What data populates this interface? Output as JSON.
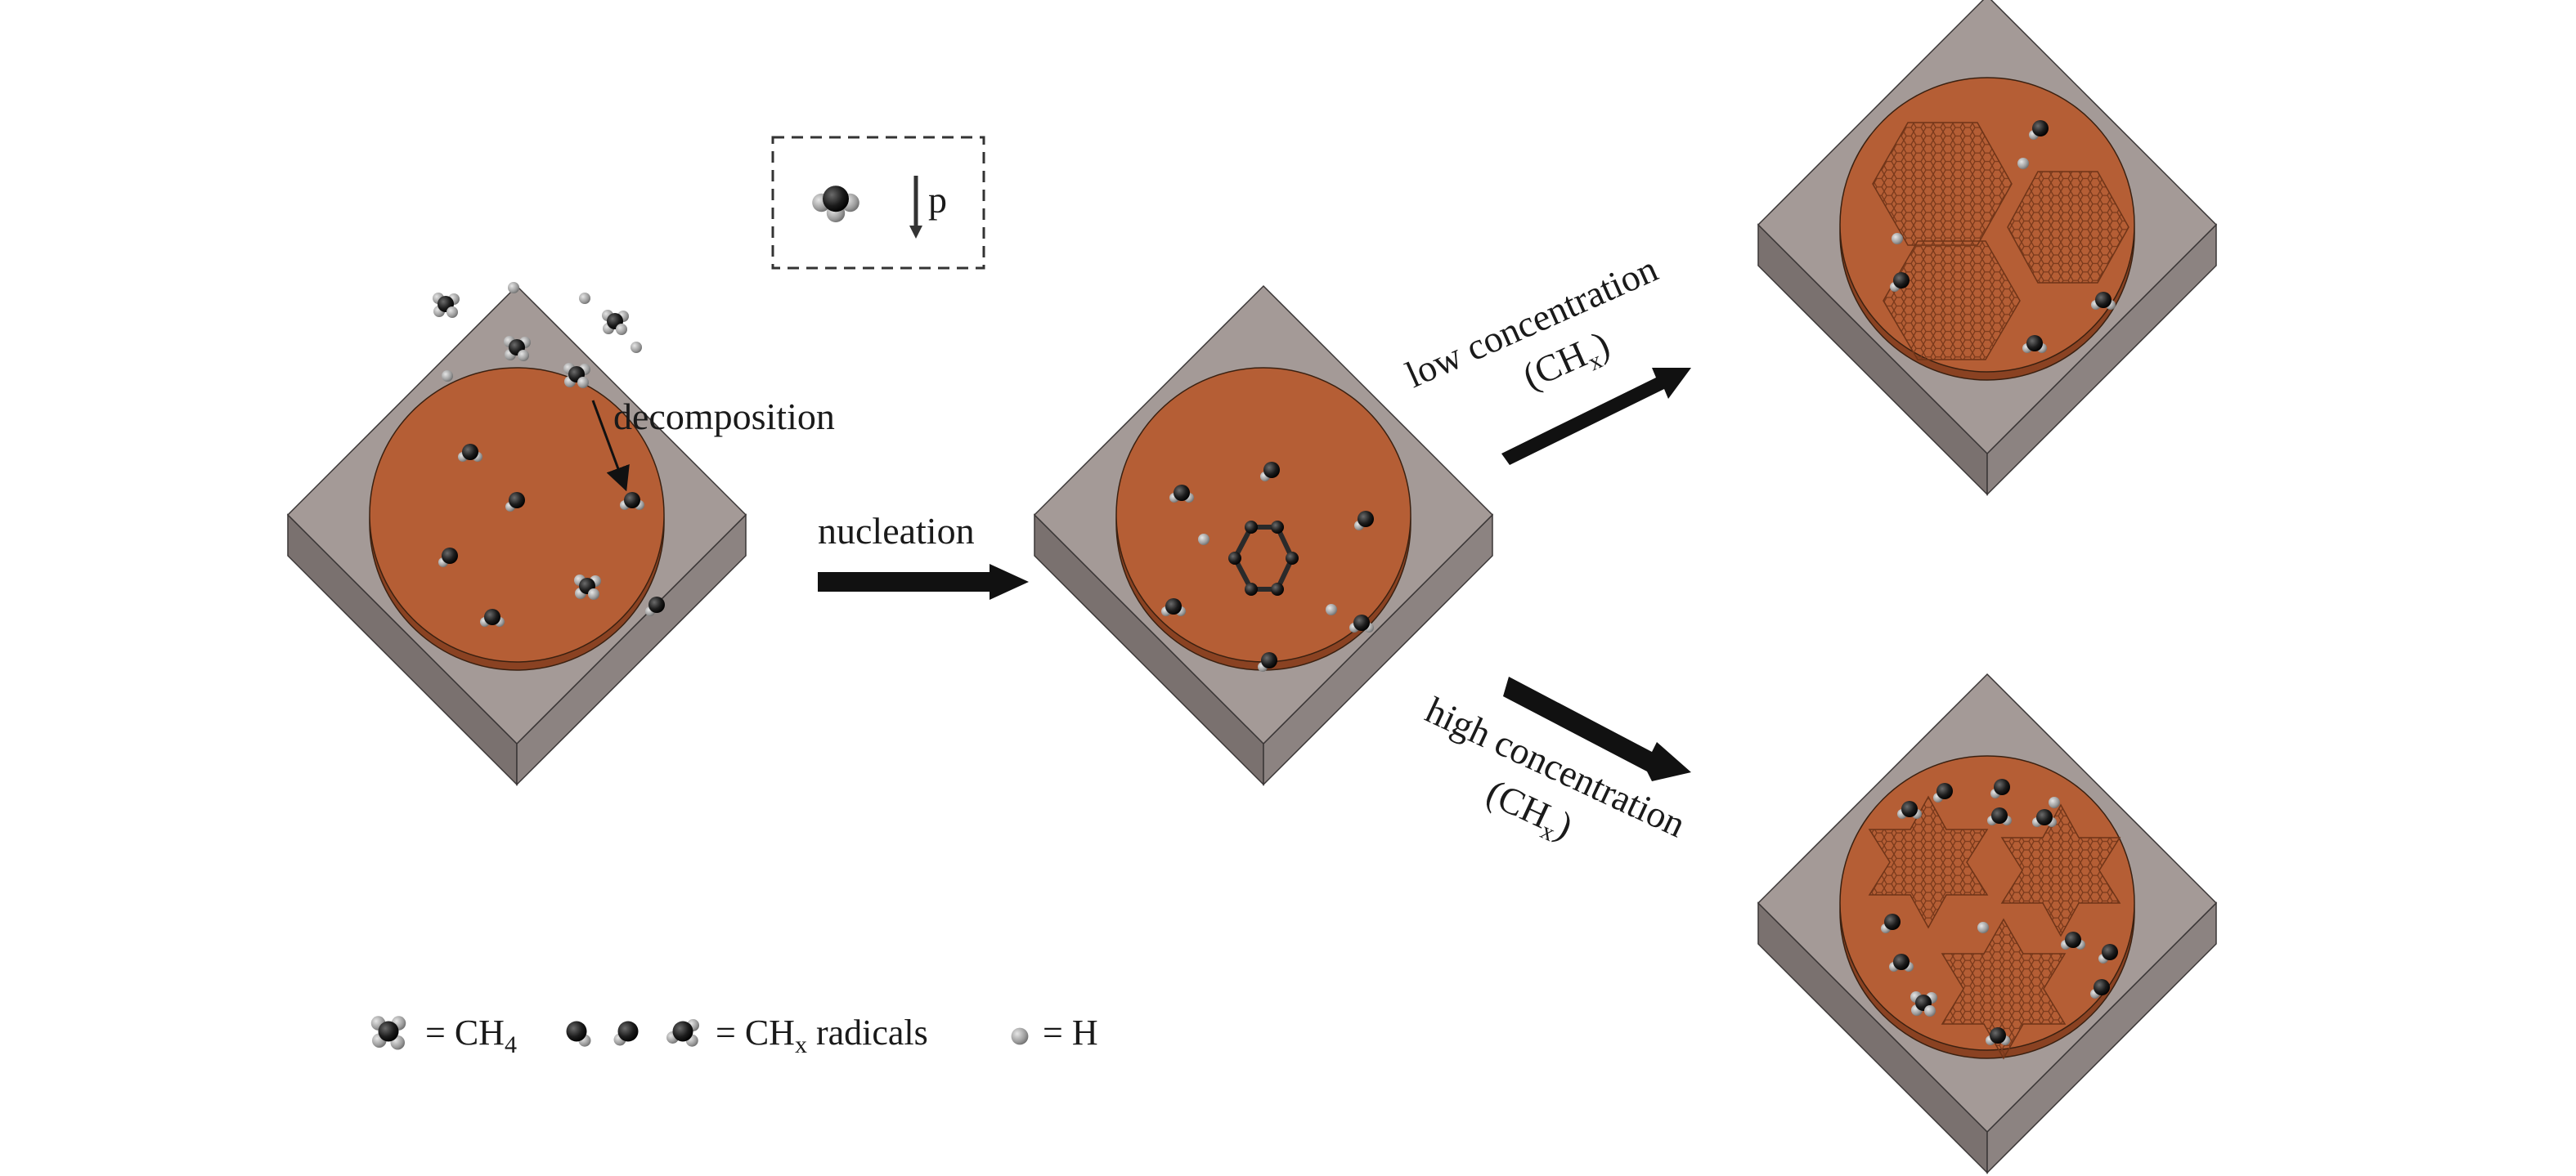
{
  "labels": {
    "decomposition": "decomposition",
    "nucleation": "nucleation",
    "low_concentration": "low concentration",
    "high_concentration": "high concentration",
    "chx_open": "(CH",
    "chx_sub": "x",
    "chx_close": ")"
  },
  "inset": {
    "pressure_label": "p"
  },
  "legend": {
    "ch4_eq": "= CH",
    "ch4_sub": "4",
    "radicals_eq": "= CH",
    "radicals_sub": "x",
    "radicals_text": " radicals",
    "h_eq": "= H"
  },
  "colors": {
    "substrate_top": "#a49a97",
    "substrate_side_left": "#7a716f",
    "substrate_side_right": "#8c8381",
    "copper_top": "#b55e35",
    "copper_edge": "#8a4222",
    "arrow": "#111111",
    "carbon_atom": "#1c1c1c",
    "hydrogen_atom": "#9a9a9a",
    "graphene_pattern": "#7a3a1c"
  },
  "icons": [
    "ch4-molecule-icon",
    "chx-radical-icon",
    "hydrogen-atom-icon",
    "pressure-arrow-icon"
  ]
}
